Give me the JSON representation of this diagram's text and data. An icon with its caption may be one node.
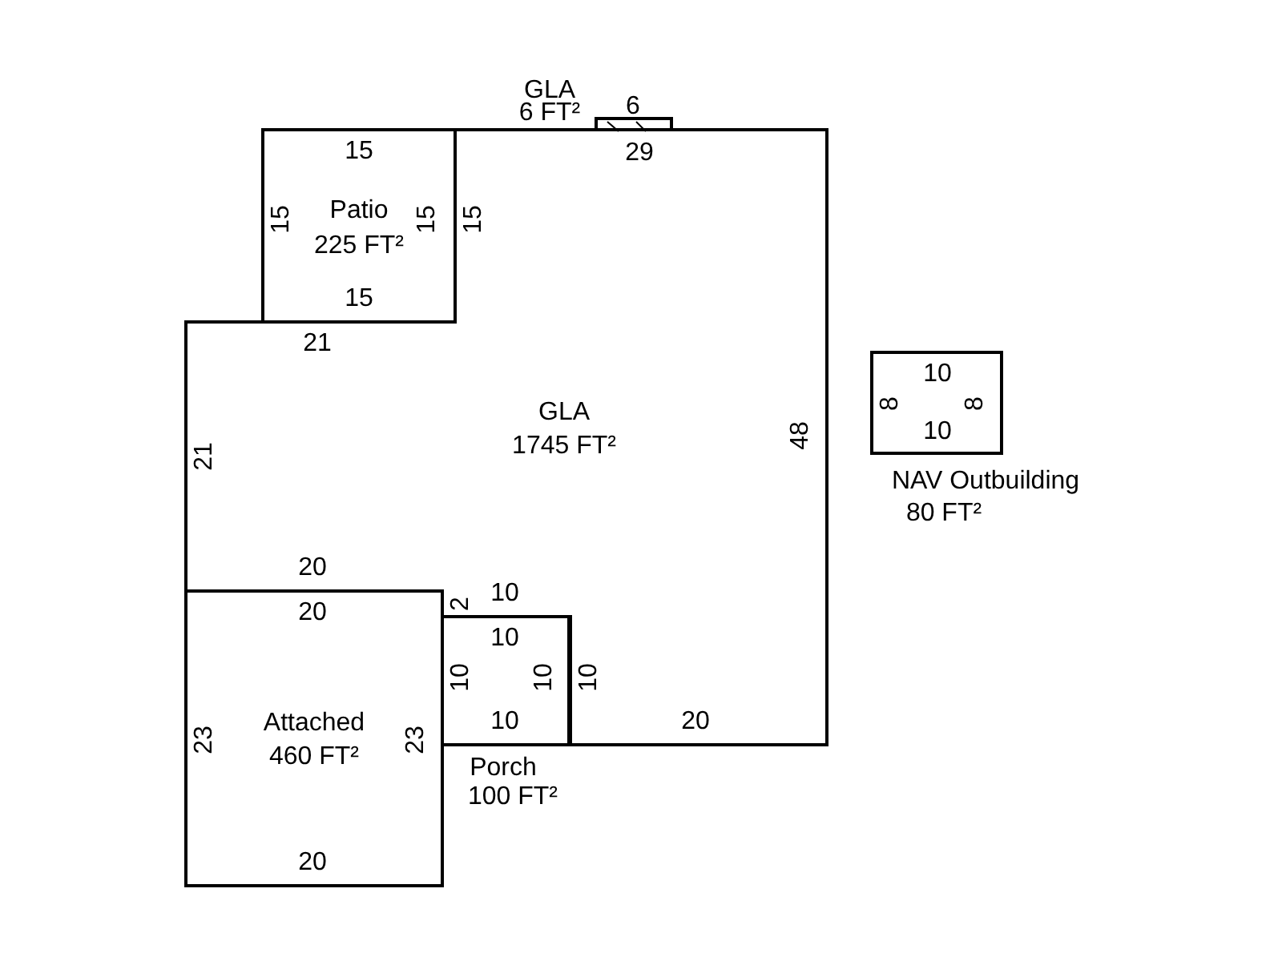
{
  "diagram": {
    "nodes": [
      {
        "text": [
          "GLA",
          "6 FT²"
        ]
      },
      {
        "text": [
          "Patio",
          "225 FT²"
        ]
      },
      {
        "text": [
          "GLA",
          "1745 FT²"
        ]
      },
      {
        "text": [
          "NAV Outbuilding",
          "80 FT²"
        ]
      },
      {
        "text": [
          "Attached",
          "460 FT²"
        ]
      },
      {
        "text": [
          "Porch",
          "100 FT²"
        ]
      }
    ],
    "labels": [
      "6",
      "15",
      "29",
      "15",
      "15",
      "15",
      "15",
      "21",
      "10",
      "8",
      "8",
      "10",
      "48",
      "21",
      "20",
      "20",
      "2",
      "10",
      "10",
      "10",
      "10",
      "10",
      "10",
      "20",
      "23",
      "23",
      "20"
    ]
  }
}
